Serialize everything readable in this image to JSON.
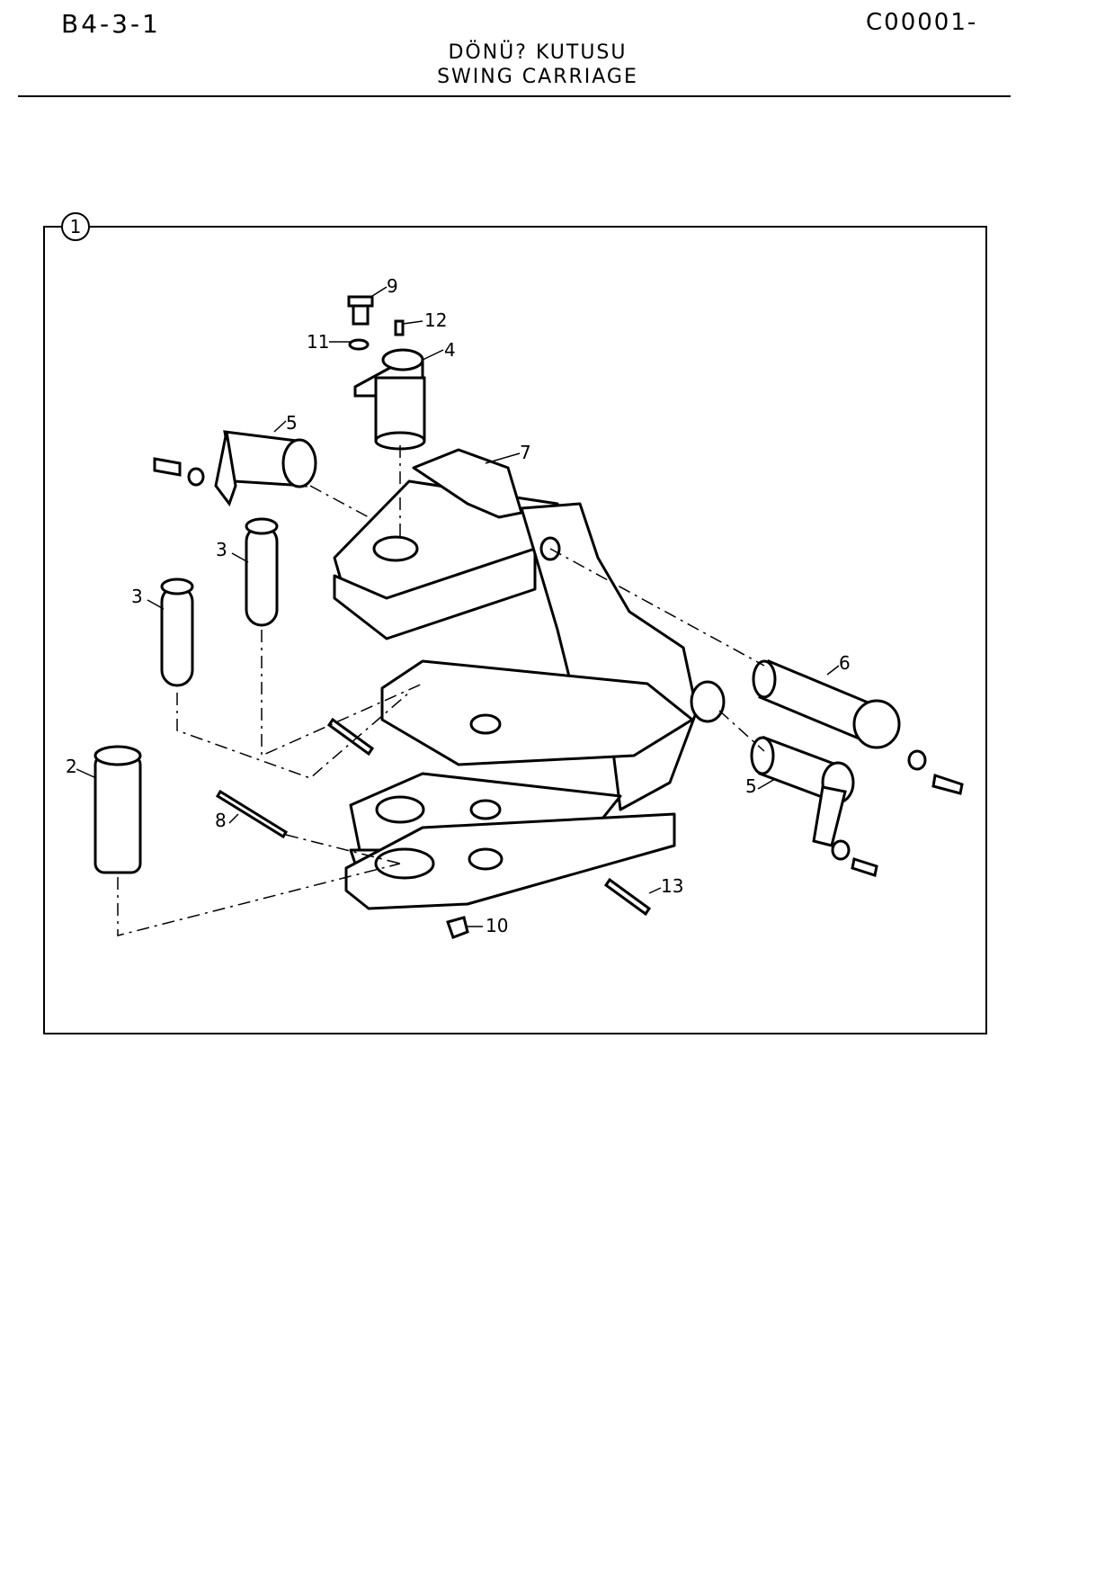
{
  "header": {
    "page_code": "B4-3-1",
    "doc_code": "C00001-",
    "title_tr": "DÖNÜ? KUTUSU",
    "title_en": "SWING CARRIAGE"
  },
  "figure": {
    "group_number": "1",
    "callouts": [
      "9",
      "12",
      "11",
      "4",
      "5",
      "7",
      "3",
      "3",
      "6",
      "2",
      "5",
      "8",
      "13",
      "10"
    ]
  }
}
